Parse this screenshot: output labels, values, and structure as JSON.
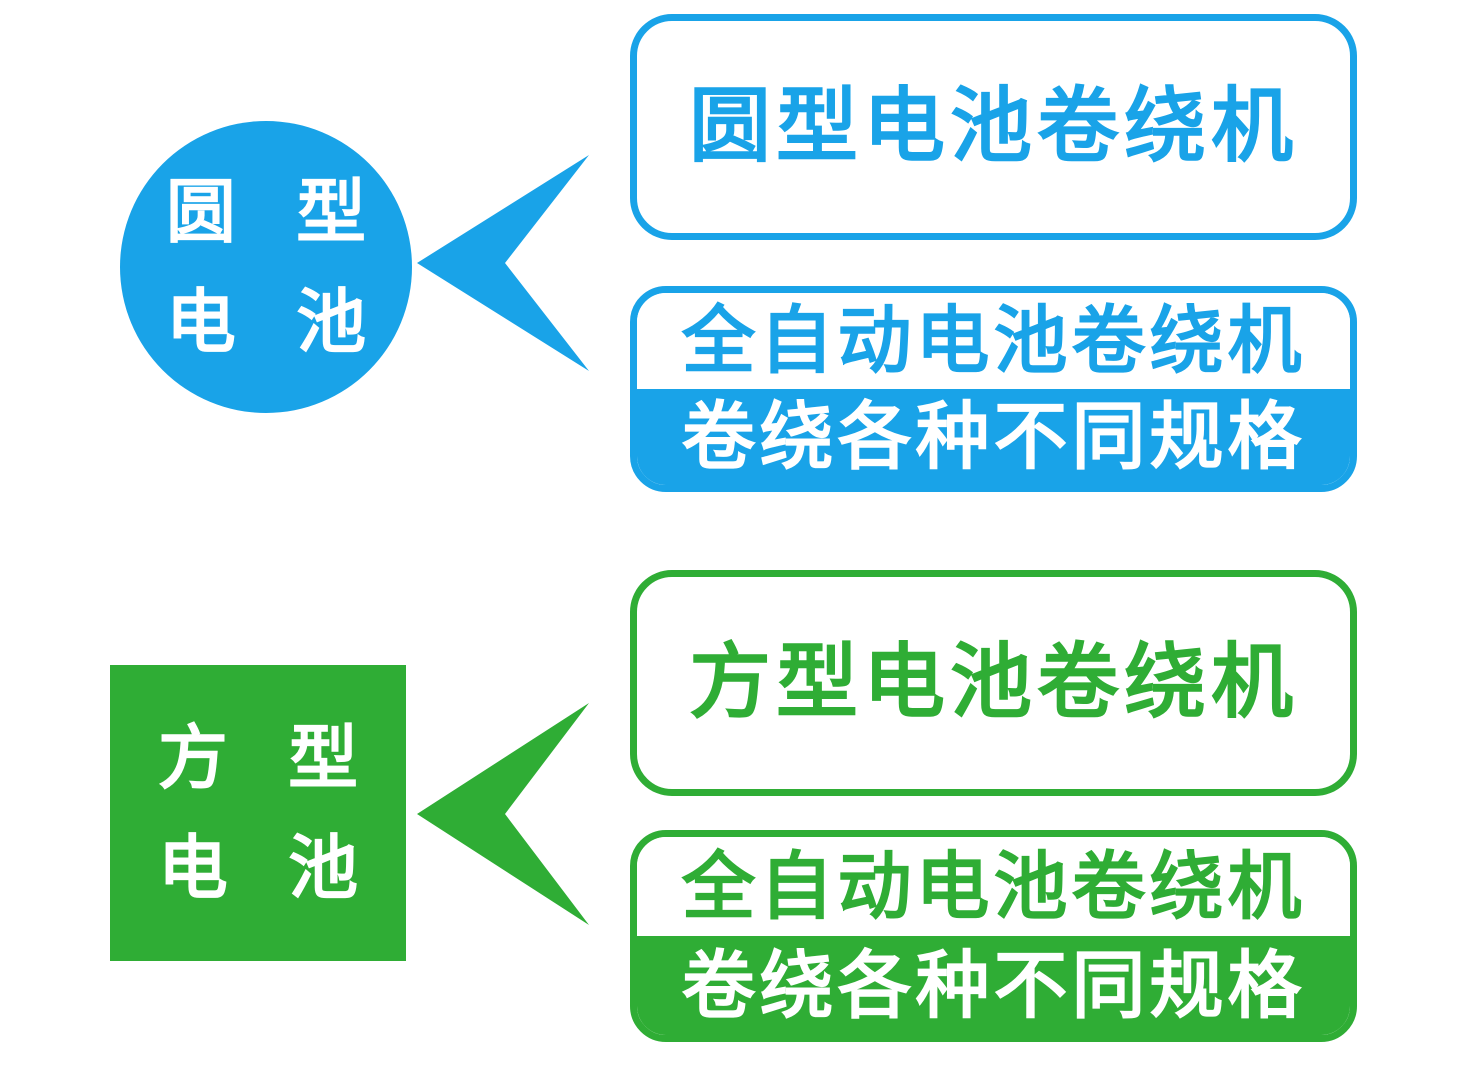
{
  "colors": {
    "blue": "#19a3e8",
    "green": "#2fad35",
    "white": "#ffffff"
  },
  "cylindrical": {
    "label_line1": "圆 型",
    "label_line2": "电 池",
    "machine_title": "圆型电池卷绕机",
    "auto_machine": "全自动电池卷绕机",
    "spec_note": "卷绕各种不同规格"
  },
  "prismatic": {
    "label_line1": "方 型",
    "label_line2": "电 池",
    "machine_title": "方型电池卷绕机",
    "auto_machine": "全自动电池卷绕机",
    "spec_note": "卷绕各种不同规格"
  }
}
